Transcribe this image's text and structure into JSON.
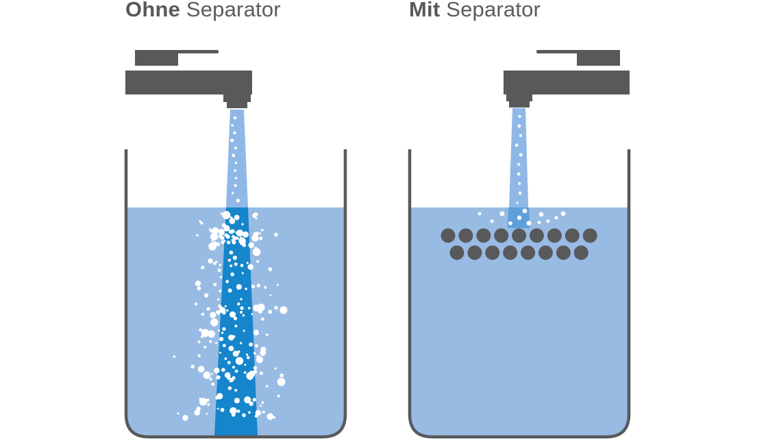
{
  "panels": [
    {
      "title_bold": "Ohne",
      "title_rest": "Separator"
    },
    {
      "title_bold": "Mit",
      "title_rest": "Separator"
    }
  ],
  "colors": {
    "tap": "#58595b",
    "tank_outline": "#58595b",
    "water": "#98bbe3",
    "stream_light": "#8fb8e6",
    "stream_dark": "#1585cc",
    "bubbles": "#ffffff",
    "separator_balls": "#58595b"
  },
  "icons": [
    "faucet-icon",
    "tank-icon",
    "water-stream-icon",
    "air-bubble-icon",
    "separator-ball-icon"
  ]
}
